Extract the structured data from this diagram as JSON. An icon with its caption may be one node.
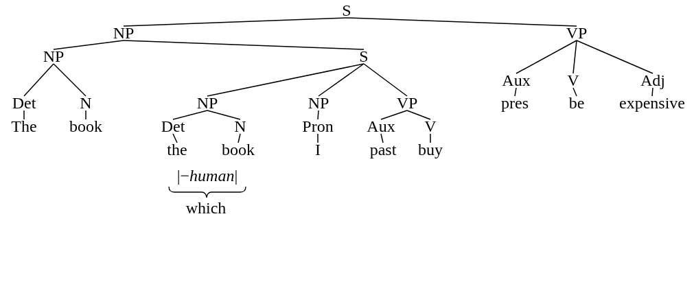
{
  "diagram": {
    "nodes": [
      {
        "text": [
          "S"
        ]
      },
      {
        "text": [
          "NP"
        ]
      },
      {
        "text": [
          "VP"
        ]
      },
      {
        "text": [
          "NP"
        ]
      },
      {
        "text": [
          "S"
        ]
      },
      {
        "text": [
          "Aux"
        ]
      },
      {
        "text": [
          "V"
        ]
      },
      {
        "text": [
          "Adj"
        ]
      },
      {
        "text": [
          "Det"
        ]
      },
      {
        "text": [
          "N"
        ]
      },
      {
        "text": [
          "NP"
        ]
      },
      {
        "text": [
          "NP"
        ]
      },
      {
        "text": [
          "VP"
        ]
      },
      {
        "text": [
          "pres"
        ]
      },
      {
        "text": [
          "be"
        ]
      },
      {
        "text": [
          "expensive"
        ]
      },
      {
        "text": [
          "The"
        ]
      },
      {
        "text": [
          "book"
        ]
      },
      {
        "text": [
          "Det"
        ]
      },
      {
        "text": [
          "N"
        ]
      },
      {
        "text": [
          "Pron"
        ]
      },
      {
        "text": [
          "Aux"
        ]
      },
      {
        "text": [
          "V"
        ]
      },
      {
        "text": [
          "the"
        ]
      },
      {
        "text": [
          "book"
        ]
      },
      {
        "text": [
          "I"
        ]
      },
      {
        "text": [
          "past"
        ]
      },
      {
        "text": [
          "buy"
        ]
      }
    ],
    "edges": [
      {
        "from": 0,
        "to": 1,
        "arrow": "none"
      },
      {
        "from": 0,
        "to": 2,
        "arrow": "none"
      },
      {
        "from": 1,
        "to": 3,
        "arrow": "none"
      },
      {
        "from": 1,
        "to": 4,
        "arrow": "none"
      },
      {
        "from": 2,
        "to": 5,
        "arrow": "none"
      },
      {
        "from": 2,
        "to": 6,
        "arrow": "none"
      },
      {
        "from": 2,
        "to": 7,
        "arrow": "none"
      },
      {
        "from": 3,
        "to": 8,
        "arrow": "none"
      },
      {
        "from": 3,
        "to": 9,
        "arrow": "none"
      },
      {
        "from": 4,
        "to": 10,
        "arrow": "none"
      },
      {
        "from": 4,
        "to": 11,
        "arrow": "none"
      },
      {
        "from": 4,
        "to": 12,
        "arrow": "none"
      },
      {
        "from": 5,
        "to": 13,
        "arrow": "none"
      },
      {
        "from": 6,
        "to": 14,
        "arrow": "none"
      },
      {
        "from": 7,
        "to": 15,
        "arrow": "none"
      },
      {
        "from": 8,
        "to": 16,
        "arrow": "none"
      },
      {
        "from": 9,
        "to": 17,
        "arrow": "none"
      },
      {
        "from": 10,
        "to": 18,
        "arrow": "none"
      },
      {
        "from": 10,
        "to": 19,
        "arrow": "none"
      },
      {
        "from": 11,
        "to": 20,
        "arrow": "none"
      },
      {
        "from": 12,
        "to": 21,
        "arrow": "none"
      },
      {
        "from": 12,
        "to": 22,
        "arrow": "none"
      },
      {
        "from": 18,
        "to": 23,
        "arrow": "none"
      },
      {
        "from": 19,
        "to": 24,
        "arrow": "none"
      },
      {
        "from": 20,
        "to": 25,
        "arrow": "none"
      },
      {
        "from": 21,
        "to": 26,
        "arrow": "none"
      },
      {
        "from": 22,
        "to": 27,
        "arrow": "none"
      }
    ],
    "labels": [
      "|−*human*|",
      "which"
    ]
  }
}
